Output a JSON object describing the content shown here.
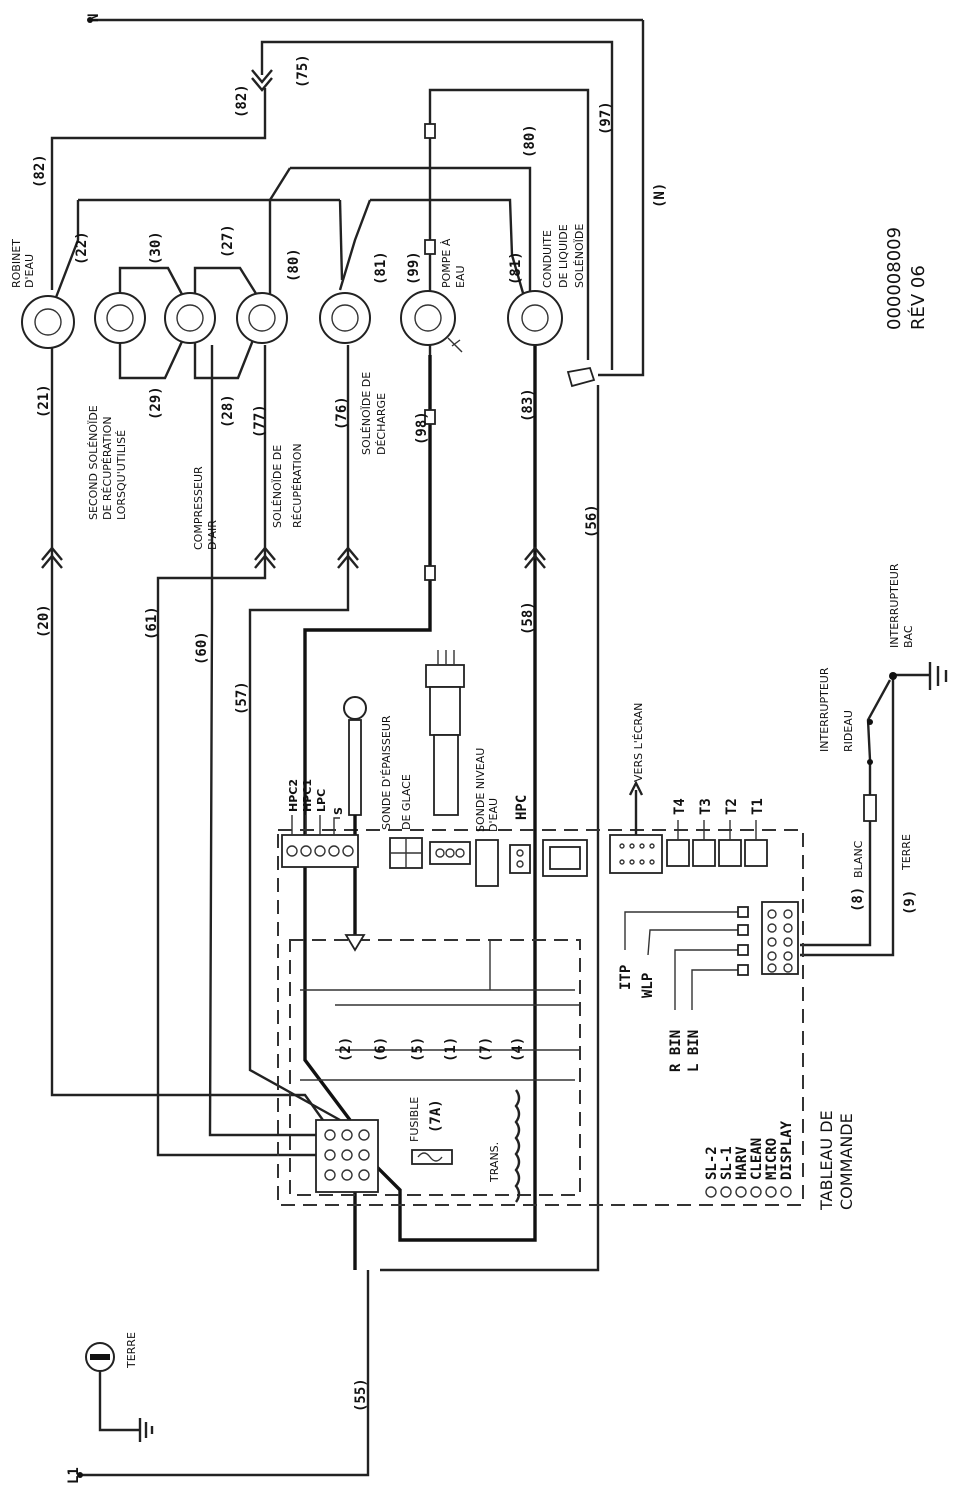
{
  "terminals": {
    "n": "N",
    "l1": "L1"
  },
  "wire_numbers": {
    "w82a": "(82)",
    "w75": "(75)",
    "w82b": "(82)",
    "w97": "(97)",
    "w80a": "(80)",
    "wn": "(N)",
    "w22": "(22)",
    "w30": "(30)",
    "w27": "(27)",
    "w80b": "(80)",
    "w81a": "(81)",
    "w99": "(99)",
    "w81b": "(81)",
    "w21": "(21)",
    "w29": "(29)",
    "w28": "(28)",
    "w77": "(77)",
    "w76": "(76)",
    "w98": "(98)",
    "w83": "(83)",
    "w56": "(56)",
    "w20": "(20)",
    "w61": "(61)",
    "w60": "(60)",
    "w57": "(57)",
    "w58": "(58)",
    "w55": "(55)",
    "w8": "(8)",
    "w9": "(9)"
  },
  "components": {
    "robinet": [
      "ROBINET",
      "D'EAU"
    ],
    "second_solenoide": [
      "SECOND SOLÉNOÏDE",
      "DE RÉCUPÉRATION",
      "LORSQU'UTILISÉ"
    ],
    "compresseur": [
      "COMPRESSEUR",
      "D'AIR"
    ],
    "solenoide_recup": [
      "SOLÉNOÏDE DE",
      "RÉCUPÉRATION"
    ],
    "solenoide_decharge": [
      "SOLÉNOÏDE DE",
      "DÉCHARGE"
    ],
    "pompe": [
      "POMPE À",
      "EAU"
    ],
    "conduite": [
      "CONDUITE",
      "DE LIQUIDE",
      "SOLÉNOÏDE"
    ],
    "sonde_epaisseur": [
      "SONDE D'ÉPAISSEUR",
      "DE GLACE"
    ],
    "sonde_niveau": [
      "SONDE NIVEAU",
      "D'EAU"
    ],
    "hpc": "HPC",
    "vers_ecran": "VERS L'ÉCRAN",
    "interrupteur_rideau": [
      "INTERRUPTEUR",
      "RIDEAU"
    ],
    "interrupteur_bac": [
      "INTERRUPTEUR",
      "BAC"
    ],
    "fusible": [
      "FUSIBLE",
      "(7A)"
    ],
    "trans": "TRANS.",
    "terre_left": "TERRE",
    "blanc": "BLANC",
    "terre_right": "TERRE",
    "tableau": [
      "TABLEAU DE",
      "COMMANDE"
    ]
  },
  "connector_labels": [
    "HPC2",
    "HPC1",
    "LPC",
    "S"
  ],
  "relays": [
    "(2)",
    "(6)",
    "(5)",
    "(1)",
    "(7)",
    "(4)"
  ],
  "t_terminals": [
    "T4",
    "T3",
    "T2",
    "T1"
  ],
  "input_labels": [
    "ITP",
    "WLP",
    "R BIN",
    "L BIN"
  ],
  "leds": [
    "SL-2",
    "SL-1",
    "HARV",
    "CLEAN",
    "MICRO",
    "DISPLAY"
  ],
  "doc_number": [
    "000008009",
    "RÉV 06"
  ]
}
